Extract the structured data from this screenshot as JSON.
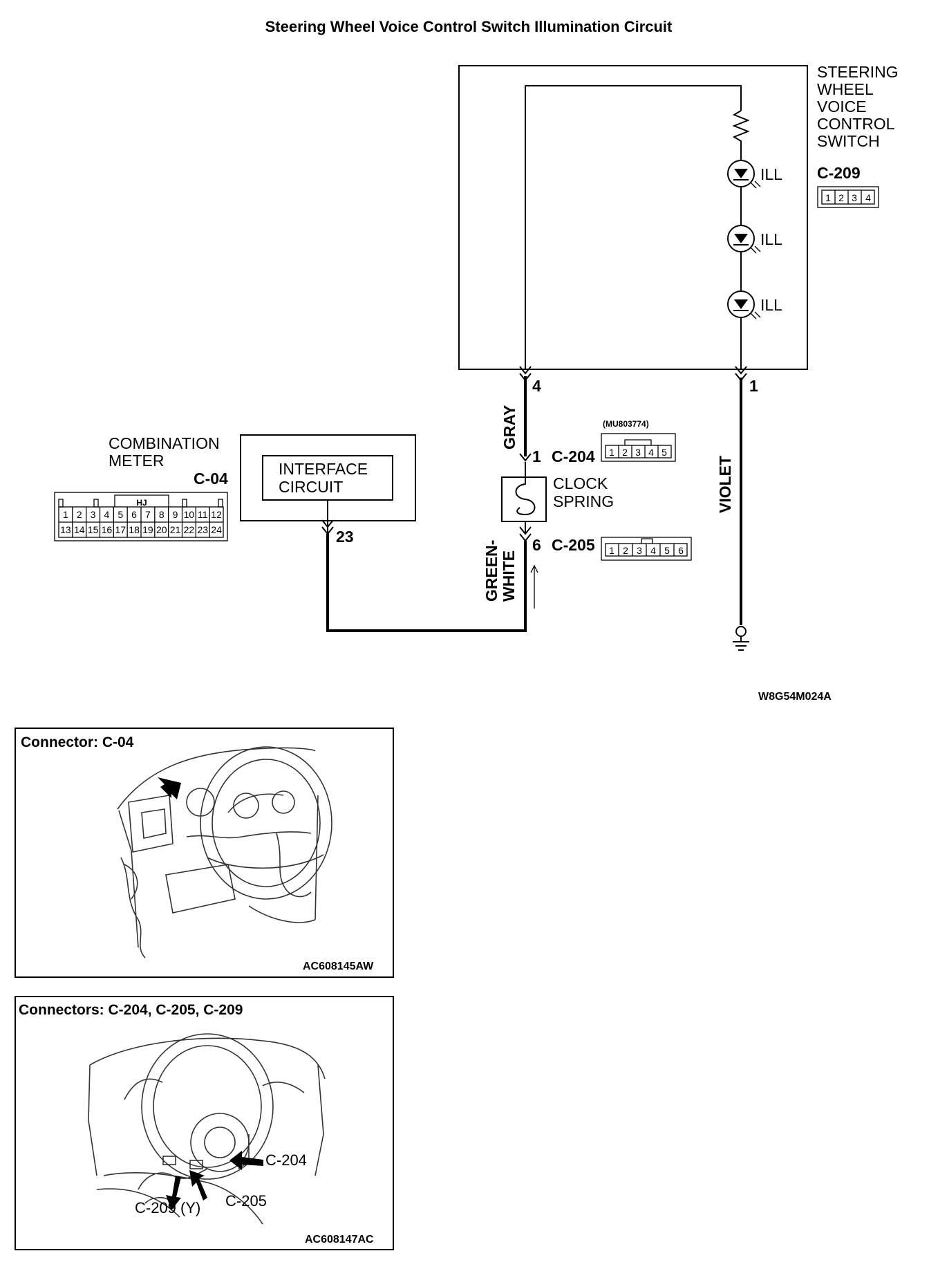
{
  "title": "Steering Wheel Voice Control Switch Illumination Circuit",
  "diagram": {
    "switch": {
      "name_lines": [
        "STEERING",
        "WHEEL",
        "VOICE",
        "CONTROL",
        "SWITCH"
      ],
      "connector": "C-209",
      "connector_pins": [
        "1",
        "2",
        "3",
        "4"
      ],
      "lamps": [
        "ILL",
        "ILL",
        "ILL"
      ],
      "pin_left": "4",
      "pin_right": "1"
    },
    "combination_meter": {
      "name_lines": [
        "COMBINATION",
        "METER"
      ],
      "connector": "C-04",
      "connector_key": "HJ",
      "pins_top": [
        "1",
        "2",
        "3",
        "4",
        "5",
        "6",
        "7",
        "8",
        "9",
        "10",
        "11",
        "12"
      ],
      "pins_bottom": [
        "13",
        "14",
        "15",
        "16",
        "17",
        "18",
        "19",
        "20",
        "21",
        "22",
        "23",
        "24"
      ],
      "interface_lines": [
        "INTERFACE",
        "CIRCUIT"
      ],
      "pin": "23"
    },
    "clock_spring": {
      "name_lines": [
        "CLOCK",
        "SPRING"
      ],
      "pin_top": "1",
      "connector_top": "C-204",
      "part_number": "(MU803774)",
      "connector_top_pins": [
        "1",
        "2",
        "3",
        "4",
        "5"
      ],
      "pin_bottom": "6",
      "connector_bottom": "C-205",
      "connector_bottom_pins": [
        "1",
        "2",
        "3",
        "4",
        "5",
        "6"
      ]
    },
    "wires": {
      "gray": "GRAY",
      "violet": "VIOLET",
      "green_white_lines": [
        "GREEN-",
        "WHITE"
      ]
    },
    "figure_code": "W8G54M024A"
  },
  "panels": [
    {
      "title": "Connector: C-04",
      "code": "AC608145AW"
    },
    {
      "title": "Connectors: C-204, C-205, C-209",
      "code": "AC608147AC",
      "callouts": [
        "C-204",
        "C-209 (Y)",
        "C-205"
      ]
    }
  ]
}
